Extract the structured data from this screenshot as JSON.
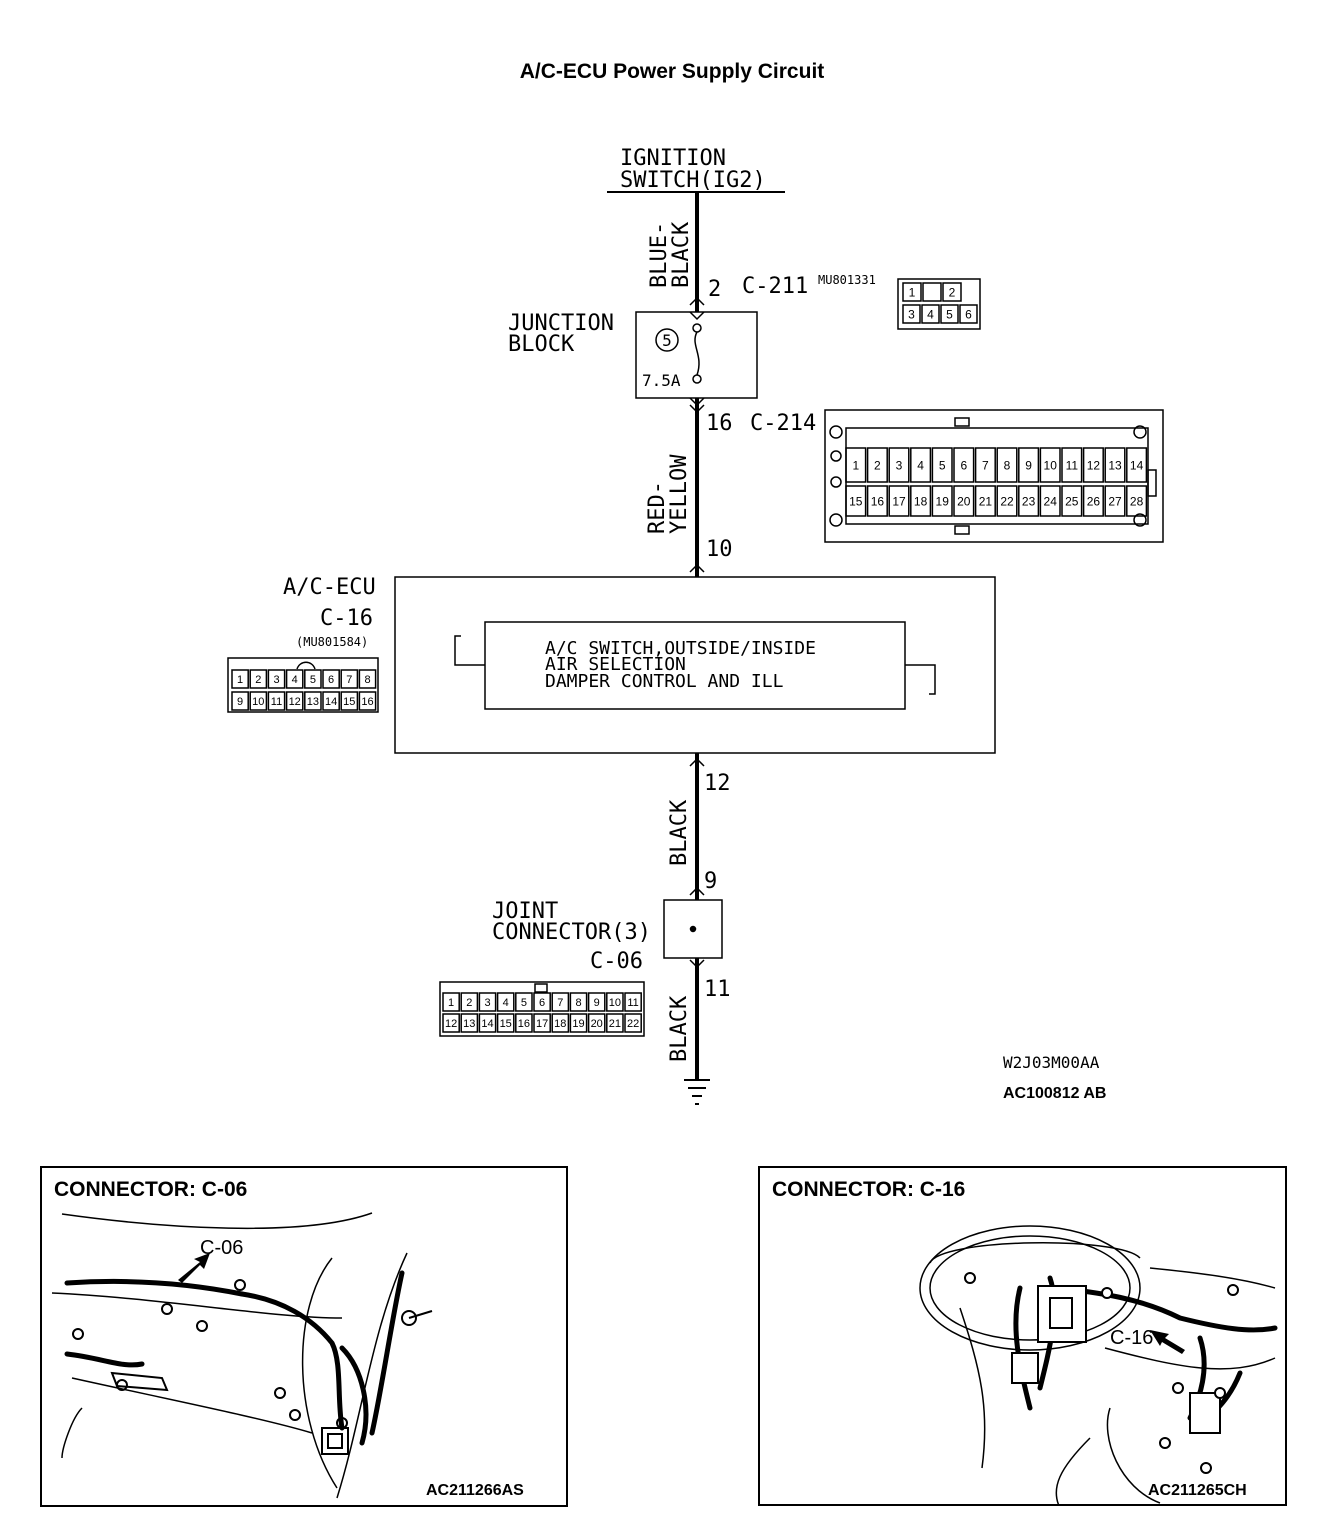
{
  "title": "A/C-ECU Power Supply Circuit",
  "ignition_switch": {
    "line1": "IGNITION",
    "line2": "SWITCH(IG2)"
  },
  "wires": {
    "w1": {
      "line1": "BLUE-",
      "line2": "BLACK"
    },
    "w2": {
      "line1": "RED-",
      "line2": "YELLOW"
    },
    "w3": "BLACK",
    "w4": "BLACK"
  },
  "pins": {
    "p2": "2",
    "p16": "16",
    "p10": "10",
    "p12": "12",
    "p9": "9",
    "p11": "11"
  },
  "connectors": {
    "c211": {
      "id": "C-211",
      "part": "MU801331",
      "top": [
        "1",
        "",
        "2"
      ],
      "bottom": [
        "3",
        "4",
        "5",
        "6"
      ]
    },
    "c214": {
      "id": "C-214",
      "row1": [
        "1",
        "2",
        "3",
        "4",
        "5",
        "6",
        "7",
        "8",
        "9",
        "10",
        "11",
        "12",
        "13",
        "14"
      ],
      "row2": [
        "15",
        "16",
        "17",
        "18",
        "19",
        "20",
        "21",
        "22",
        "23",
        "24",
        "25",
        "26",
        "27",
        "28"
      ]
    },
    "c16": {
      "id": "C-16",
      "part": "(MU801584)",
      "row1": [
        "1",
        "2",
        "3",
        "4",
        "5",
        "6",
        "7",
        "8"
      ],
      "row2": [
        "9",
        "10",
        "11",
        "12",
        "13",
        "14",
        "15",
        "16"
      ]
    },
    "c06": {
      "id": "C-06",
      "row1": [
        "1",
        "2",
        "3",
        "4",
        "5",
        "6",
        "7",
        "8",
        "9",
        "10",
        "11"
      ],
      "row2": [
        "12",
        "13",
        "14",
        "15",
        "16",
        "17",
        "18",
        "19",
        "20",
        "21",
        "22"
      ]
    }
  },
  "junction_block": {
    "line1": "JUNCTION",
    "line2": "BLOCK",
    "fuse_no": "5",
    "rating": "7.5A"
  },
  "ecu": {
    "name": "A/C-ECU",
    "inner": [
      "A/C SWITCH,OUTSIDE/INSIDE",
      "AIR SELECTION",
      "DAMPER CONTROL AND ILL"
    ]
  },
  "joint_connector": {
    "line1": "JOINT",
    "line2": "CONNECTOR(3)"
  },
  "codes": {
    "wiring": "W2J03M00AA",
    "figure": "AC100812 AB"
  },
  "panels": {
    "left": {
      "title": "CONNECTOR: C-06",
      "callout": "C-06",
      "code": "AC211266AS"
    },
    "right": {
      "title": "CONNECTOR: C-16",
      "callout": "C-16",
      "code": "AC211265CH"
    }
  }
}
